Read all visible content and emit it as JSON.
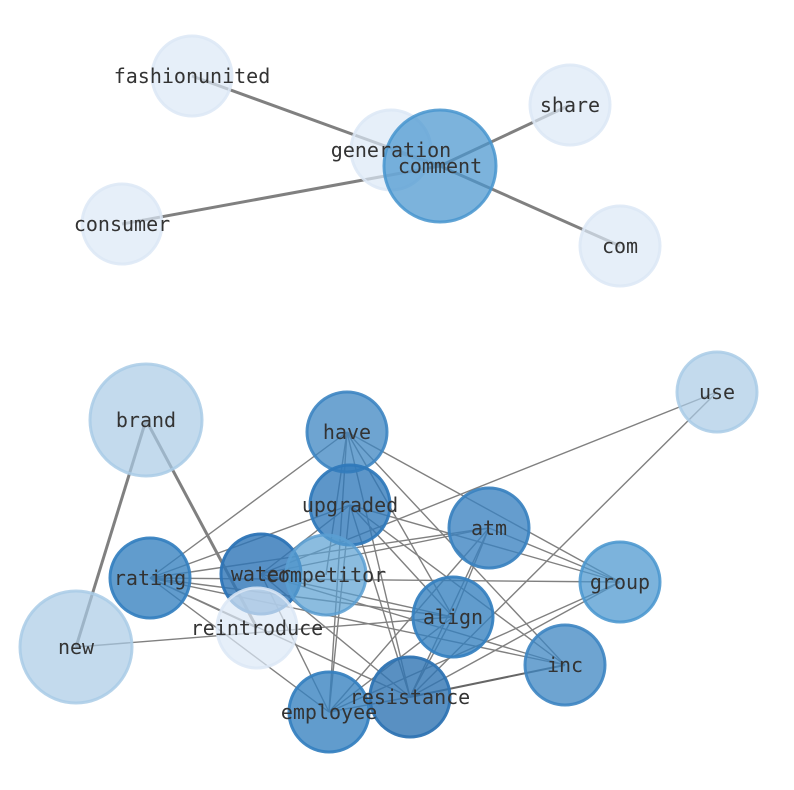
{
  "nodes": [
    {
      "id": "fashionunited",
      "label": "fashionunited",
      "color": "#dce8f6",
      "opacity": 0.7
    },
    {
      "id": "generation",
      "label": "generation",
      "color": "#dce8f6",
      "opacity": 0.7
    },
    {
      "id": "comment",
      "label": "comment",
      "color": "#4a96cf",
      "opacity": 0.72
    },
    {
      "id": "share",
      "label": "share",
      "color": "#dce8f6",
      "opacity": 0.7
    },
    {
      "id": "consumer",
      "label": "consumer",
      "color": "#dce8f6",
      "opacity": 0.7
    },
    {
      "id": "com",
      "label": "com",
      "color": "#dce8f6",
      "opacity": 0.7
    },
    {
      "id": "brand",
      "label": "brand",
      "color": "#a9cbe6",
      "opacity": 0.7
    },
    {
      "id": "use",
      "label": "use",
      "color": "#a9cbe6",
      "opacity": 0.7
    },
    {
      "id": "have",
      "label": "have",
      "color": "#3d85c2",
      "opacity": 0.75
    },
    {
      "id": "upgraded",
      "label": "upgraded",
      "color": "#2f78ba",
      "opacity": 0.78
    },
    {
      "id": "atm",
      "label": "atm",
      "color": "#3a82c0",
      "opacity": 0.78
    },
    {
      "id": "rating",
      "label": "rating",
      "color": "#3580bf",
      "opacity": 0.78
    },
    {
      "id": "water",
      "label": "water",
      "color": "#2d74b6",
      "opacity": 0.8
    },
    {
      "id": "competitor",
      "label": "competitor",
      "color": "#5a9fd2",
      "opacity": 0.7
    },
    {
      "id": "group",
      "label": "group",
      "color": "#4a96cf",
      "opacity": 0.72
    },
    {
      "id": "new",
      "label": "new",
      "color": "#a9cbe6",
      "opacity": 0.7
    },
    {
      "id": "reintroduce",
      "label": "reintroduce",
      "color": "#dce8f6",
      "opacity": 0.7
    },
    {
      "id": "align",
      "label": "align",
      "color": "#3580bf",
      "opacity": 0.78
    },
    {
      "id": "inc",
      "label": "inc",
      "color": "#3d85c2",
      "opacity": 0.75
    },
    {
      "id": "employee",
      "label": "employee",
      "color": "#3580bf",
      "opacity": 0.78
    },
    {
      "id": "resistance",
      "label": "resistance",
      "color": "#2f74b3",
      "opacity": 0.8
    }
  ],
  "edges": [
    {
      "source": "fashionunited",
      "target": "comment",
      "weight": "heavy"
    },
    {
      "source": "consumer",
      "target": "comment",
      "weight": "heavy"
    },
    {
      "source": "share",
      "target": "comment",
      "weight": "heavy"
    },
    {
      "source": "com",
      "target": "comment",
      "weight": "heavy"
    },
    {
      "source": "generation",
      "target": "comment",
      "weight": "heavy"
    },
    {
      "source": "brand",
      "target": "new",
      "weight": "heavy"
    },
    {
      "source": "brand",
      "target": "reintroduce",
      "weight": "heavy"
    },
    {
      "source": "have",
      "target": "rating",
      "weight": "light"
    },
    {
      "source": "have",
      "target": "group",
      "weight": "light"
    },
    {
      "source": "have",
      "target": "align",
      "weight": "light"
    },
    {
      "source": "have",
      "target": "inc",
      "weight": "light"
    },
    {
      "source": "have",
      "target": "employee",
      "weight": "light"
    },
    {
      "source": "have",
      "target": "resistance",
      "weight": "light"
    },
    {
      "source": "have",
      "target": "competitor",
      "weight": "light"
    },
    {
      "source": "upgraded",
      "target": "rating",
      "weight": "light"
    },
    {
      "source": "upgraded",
      "target": "group",
      "weight": "light"
    },
    {
      "source": "upgraded",
      "target": "align",
      "weight": "light"
    },
    {
      "source": "upgraded",
      "target": "inc",
      "weight": "light"
    },
    {
      "source": "upgraded",
      "target": "employee",
      "weight": "light"
    },
    {
      "source": "upgraded",
      "target": "resistance",
      "weight": "light"
    },
    {
      "source": "upgraded",
      "target": "water",
      "weight": "light"
    },
    {
      "source": "atm",
      "target": "rating",
      "weight": "light"
    },
    {
      "source": "atm",
      "target": "align",
      "weight": "light"
    },
    {
      "source": "atm",
      "target": "employee",
      "weight": "light"
    },
    {
      "source": "atm",
      "target": "resistance",
      "weight": "light"
    },
    {
      "source": "atm",
      "target": "water",
      "weight": "light"
    },
    {
      "source": "atm",
      "target": "group",
      "weight": "light"
    },
    {
      "source": "use",
      "target": "water",
      "weight": "light"
    },
    {
      "source": "use",
      "target": "resistance",
      "weight": "light"
    },
    {
      "source": "rating",
      "target": "group",
      "weight": "light"
    },
    {
      "source": "rating",
      "target": "align",
      "weight": "light"
    },
    {
      "source": "rating",
      "target": "inc",
      "weight": "light"
    },
    {
      "source": "rating",
      "target": "employee",
      "weight": "light"
    },
    {
      "source": "rating",
      "target": "resistance",
      "weight": "light"
    },
    {
      "source": "rating",
      "target": "reintroduce",
      "weight": "light"
    },
    {
      "source": "water",
      "target": "align",
      "weight": "light"
    },
    {
      "source": "water",
      "target": "employee",
      "weight": "light"
    },
    {
      "source": "water",
      "target": "resistance",
      "weight": "light"
    },
    {
      "source": "water",
      "target": "inc",
      "weight": "light"
    },
    {
      "source": "new",
      "target": "align",
      "weight": "light"
    },
    {
      "source": "group",
      "target": "employee",
      "weight": "light"
    },
    {
      "source": "group",
      "target": "resistance",
      "weight": "light"
    },
    {
      "source": "align",
      "target": "employee",
      "weight": "light"
    },
    {
      "source": "align",
      "target": "resistance",
      "weight": "light"
    },
    {
      "source": "inc",
      "target": "resistance",
      "weight": "medium"
    },
    {
      "source": "employee",
      "target": "resistance",
      "weight": "light"
    }
  ]
}
